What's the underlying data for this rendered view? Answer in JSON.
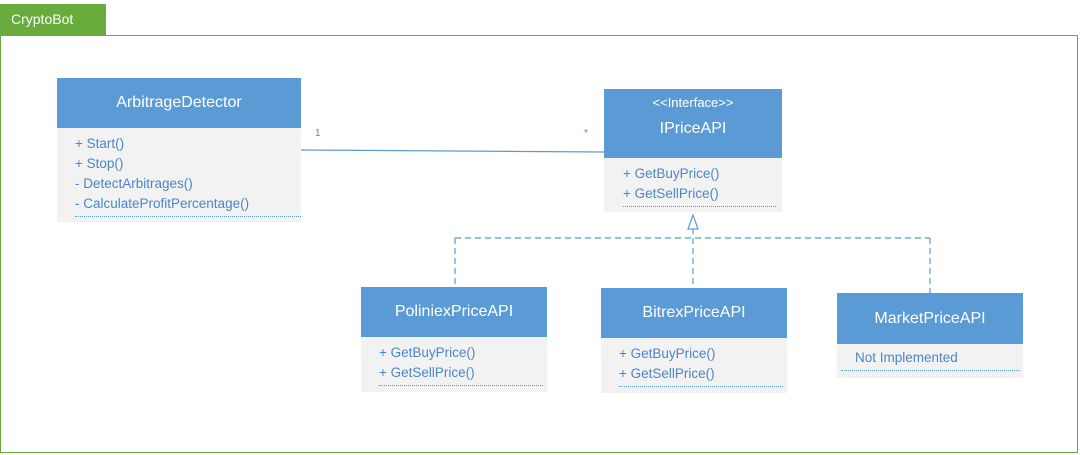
{
  "package": {
    "name": "CryptoBot"
  },
  "classes": {
    "arbitrage": {
      "name": "ArbitrageDetector",
      "ops": [
        "+ Start()",
        "+ Stop()",
        "- DetectArbitrages()",
        "- CalculateProfitPercentage()"
      ]
    },
    "ipriceapi": {
      "stereotype": "<<Interface>>",
      "name": "IPriceAPI",
      "ops": [
        "+ GetBuyPrice()",
        "+ GetSellPrice()"
      ]
    },
    "poliniex": {
      "name": "PoliniexPriceAPI",
      "ops": [
        "+ GetBuyPrice()",
        "+ GetSellPrice()"
      ]
    },
    "bitrex": {
      "name": "BitrexPriceAPI",
      "ops": [
        "+ GetBuyPrice()",
        "+ GetSellPrice()"
      ]
    },
    "market": {
      "name": "MarketPriceAPI",
      "ops": [
        "Not Implemented"
      ]
    }
  },
  "association": {
    "source_multiplicity": "1",
    "target_multiplicity": "*"
  },
  "colors": {
    "package": "#6aab3d",
    "class_header": "#5b9bd5",
    "class_body": "#f2f2f2",
    "text": "#4a86c8"
  }
}
